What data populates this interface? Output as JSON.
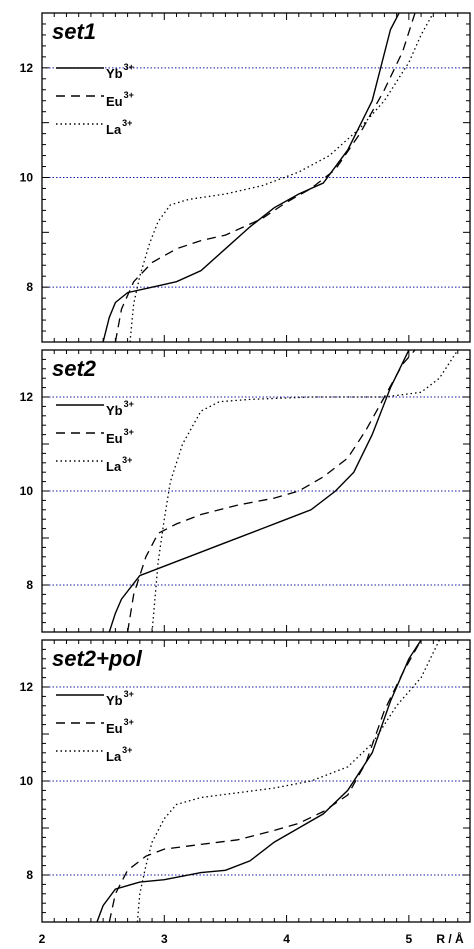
{
  "chart_data": {
    "type": "line",
    "x_axis": {
      "label": "R / Å",
      "xlim": [
        2.0,
        5.5
      ],
      "ticks": [
        2,
        3,
        4,
        5
      ],
      "tick_labels": [
        "2",
        "3",
        "4",
        "5"
      ]
    },
    "reference_lines": {
      "y": [
        8,
        10,
        12
      ],
      "style": "dotted",
      "color": "#1a1aa0"
    },
    "legend_placement": "top-left",
    "panels": [
      {
        "title": "set1",
        "ylim": [
          7.0,
          13.0
        ],
        "yticks": [
          8,
          10,
          12
        ],
        "ytick_labels": [
          "8",
          "10",
          "12"
        ],
        "series": [
          {
            "name": "Yb",
            "charge": "3+",
            "style": "solid",
            "points": [
              [
                2.5,
                7.0
              ],
              [
                2.55,
                7.45
              ],
              [
                2.6,
                7.72
              ],
              [
                2.7,
                7.9
              ],
              [
                2.9,
                8.0
              ],
              [
                3.1,
                8.1
              ],
              [
                3.3,
                8.3
              ],
              [
                3.5,
                8.7
              ],
              [
                3.7,
                9.1
              ],
              [
                3.9,
                9.45
              ],
              [
                4.1,
                9.7
              ],
              [
                4.3,
                9.9
              ],
              [
                4.5,
                10.5
              ],
              [
                4.7,
                11.4
              ],
              [
                4.85,
                12.7
              ],
              [
                4.92,
                13.0
              ]
            ]
          },
          {
            "name": "Eu",
            "charge": "3+",
            "style": "dashed",
            "points": [
              [
                2.6,
                7.0
              ],
              [
                2.65,
                7.6
              ],
              [
                2.75,
                8.1
              ],
              [
                2.9,
                8.45
              ],
              [
                3.1,
                8.7
              ],
              [
                3.3,
                8.85
              ],
              [
                3.5,
                8.95
              ],
              [
                3.8,
                9.25
              ],
              [
                4.0,
                9.55
              ],
              [
                4.2,
                9.8
              ],
              [
                4.4,
                10.15
              ],
              [
                4.6,
                10.8
              ],
              [
                4.8,
                11.6
              ],
              [
                4.95,
                12.3
              ],
              [
                5.05,
                13.0
              ]
            ]
          },
          {
            "name": "La",
            "charge": "3+",
            "style": "dotted",
            "points": [
              [
                2.72,
                7.0
              ],
              [
                2.75,
                7.7
              ],
              [
                2.8,
                8.2
              ],
              [
                2.88,
                8.8
              ],
              [
                2.95,
                9.2
              ],
              [
                3.05,
                9.5
              ],
              [
                3.2,
                9.6
              ],
              [
                3.5,
                9.7
              ],
              [
                3.8,
                9.85
              ],
              [
                4.1,
                10.1
              ],
              [
                4.35,
                10.4
              ],
              [
                4.6,
                10.9
              ],
              [
                4.8,
                11.4
              ],
              [
                5.0,
                12.1
              ],
              [
                5.1,
                12.6
              ],
              [
                5.2,
                13.0
              ]
            ]
          }
        ]
      },
      {
        "title": "set2",
        "ylim": [
          7.0,
          13.0
        ],
        "yticks": [
          8,
          10,
          12
        ],
        "ytick_labels": [
          "8",
          "10",
          "12"
        ],
        "series": [
          {
            "name": "Yb",
            "charge": "3+",
            "style": "solid",
            "points": [
              [
                2.55,
                7.0
              ],
              [
                2.6,
                7.4
              ],
              [
                2.65,
                7.7
              ],
              [
                2.8,
                8.2
              ],
              [
                3.0,
                8.4
              ],
              [
                3.2,
                8.6
              ],
              [
                3.5,
                8.9
              ],
              [
                3.8,
                9.2
              ],
              [
                4.0,
                9.4
              ],
              [
                4.2,
                9.6
              ],
              [
                4.4,
                10.0
              ],
              [
                4.55,
                10.4
              ],
              [
                4.7,
                11.2
              ],
              [
                4.85,
                12.2
              ],
              [
                5.0,
                13.0
              ]
            ]
          },
          {
            "name": "Eu",
            "charge": "3+",
            "style": "dashed",
            "points": [
              [
                2.7,
                7.0
              ],
              [
                2.75,
                7.8
              ],
              [
                2.85,
                8.6
              ],
              [
                2.95,
                9.1
              ],
              [
                3.1,
                9.3
              ],
              [
                3.3,
                9.5
              ],
              [
                3.6,
                9.7
              ],
              [
                3.9,
                9.85
              ],
              [
                4.1,
                10.0
              ],
              [
                4.3,
                10.3
              ],
              [
                4.5,
                10.7
              ],
              [
                4.65,
                11.3
              ],
              [
                4.8,
                12.0
              ],
              [
                4.95,
                12.7
              ],
              [
                5.05,
                13.0
              ]
            ]
          },
          {
            "name": "La",
            "charge": "3+",
            "style": "dotted",
            "points": [
              [
                2.9,
                7.0
              ],
              [
                2.92,
                7.6
              ],
              [
                2.95,
                8.5
              ],
              [
                3.0,
                9.4
              ],
              [
                3.05,
                10.2
              ],
              [
                3.15,
                11.0
              ],
              [
                3.3,
                11.7
              ],
              [
                3.45,
                11.9
              ],
              [
                3.7,
                11.95
              ],
              [
                4.2,
                12.0
              ],
              [
                4.8,
                12.0
              ],
              [
                5.1,
                12.1
              ],
              [
                5.25,
                12.4
              ],
              [
                5.4,
                13.0
              ]
            ]
          }
        ]
      },
      {
        "title": "set2+pol",
        "ylim": [
          7.0,
          13.0
        ],
        "yticks": [
          8,
          10,
          12
        ],
        "ytick_labels": [
          "8",
          "10",
          "12"
        ],
        "series": [
          {
            "name": "Yb",
            "charge": "3+",
            "style": "solid",
            "points": [
              [
                2.45,
                7.0
              ],
              [
                2.5,
                7.35
              ],
              [
                2.6,
                7.7
              ],
              [
                2.8,
                7.85
              ],
              [
                3.0,
                7.9
              ],
              [
                3.3,
                8.05
              ],
              [
                3.5,
                8.1
              ],
              [
                3.7,
                8.3
              ],
              [
                3.9,
                8.7
              ],
              [
                4.1,
                9.0
              ],
              [
                4.3,
                9.3
              ],
              [
                4.5,
                9.8
              ],
              [
                4.7,
                10.6
              ],
              [
                4.85,
                11.7
              ],
              [
                5.0,
                12.6
              ],
              [
                5.1,
                13.0
              ]
            ]
          },
          {
            "name": "Eu",
            "charge": "3+",
            "style": "dashed",
            "points": [
              [
                2.55,
                7.0
              ],
              [
                2.6,
                7.6
              ],
              [
                2.7,
                8.1
              ],
              [
                2.85,
                8.4
              ],
              [
                3.0,
                8.55
              ],
              [
                3.3,
                8.65
              ],
              [
                3.6,
                8.75
              ],
              [
                3.9,
                8.95
              ],
              [
                4.1,
                9.1
              ],
              [
                4.3,
                9.35
              ],
              [
                4.5,
                9.7
              ],
              [
                4.65,
                10.4
              ],
              [
                4.8,
                11.5
              ],
              [
                4.95,
                12.3
              ],
              [
                5.1,
                13.0
              ]
            ]
          },
          {
            "name": "La",
            "charge": "3+",
            "style": "dotted",
            "points": [
              [
                2.78,
                7.0
              ],
              [
                2.8,
                7.6
              ],
              [
                2.85,
                8.2
              ],
              [
                2.9,
                8.7
              ],
              [
                3.0,
                9.2
              ],
              [
                3.1,
                9.5
              ],
              [
                3.3,
                9.65
              ],
              [
                3.6,
                9.75
              ],
              [
                3.9,
                9.85
              ],
              [
                4.2,
                10.0
              ],
              [
                4.5,
                10.3
              ],
              [
                4.7,
                10.8
              ],
              [
                4.9,
                11.6
              ],
              [
                5.1,
                12.2
              ],
              [
                5.25,
                13.0
              ]
            ]
          }
        ]
      }
    ]
  }
}
